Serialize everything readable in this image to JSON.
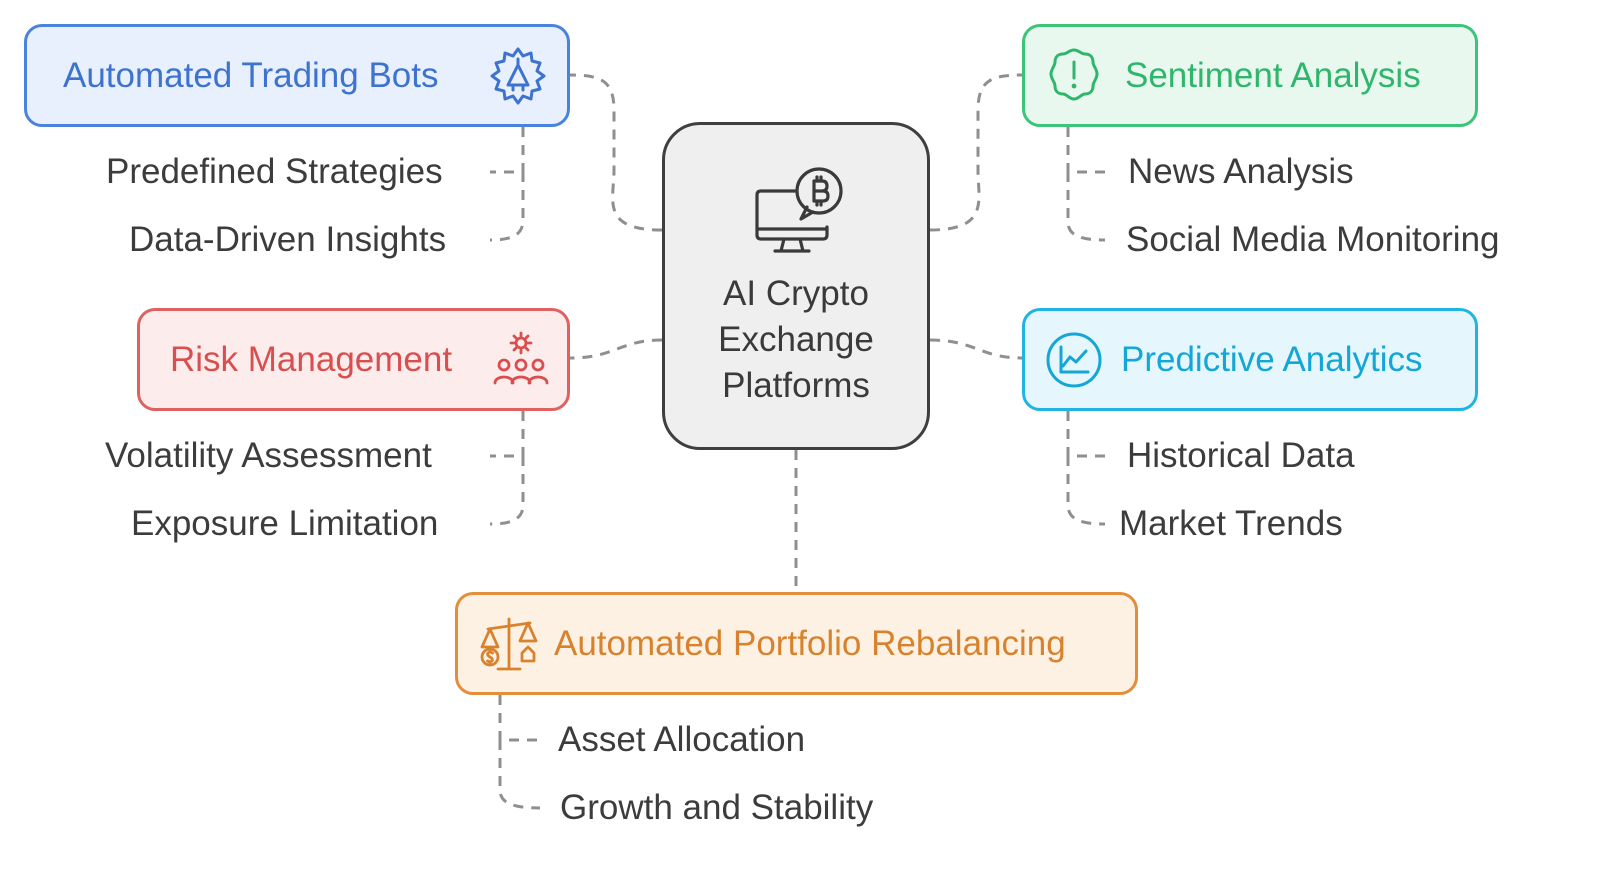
{
  "center": {
    "title_lines": [
      "AI Crypto",
      "Exchange",
      "Platforms"
    ],
    "icon": "bitcoin-monitor-icon"
  },
  "nodes": {
    "trading": {
      "label": "Automated Trading Bots",
      "icon": "gear-rocket-icon",
      "color": "#4a83dc",
      "items": [
        "Predefined Strategies",
        "Data-Driven Insights"
      ]
    },
    "sentiment": {
      "label": "Sentiment Analysis",
      "icon": "alert-badge-icon",
      "color": "#3cc478",
      "items": [
        "News Analysis",
        "Social Media Monitoring"
      ]
    },
    "risk": {
      "label": "Risk Management",
      "icon": "team-gear-icon",
      "color": "#e06161",
      "items": [
        "Volatility Assessment",
        "Exposure Limitation"
      ]
    },
    "predictive": {
      "label": "Predictive Analytics",
      "icon": "line-chart-icon",
      "color": "#20b4e0",
      "items": [
        "Historical Data",
        "Market Trends"
      ]
    },
    "portfolio": {
      "label": "Automated Portfolio Rebalancing",
      "icon": "balance-scale-icon",
      "color": "#e38e3a",
      "items": [
        "Asset Allocation",
        "Growth and Stability"
      ]
    }
  }
}
